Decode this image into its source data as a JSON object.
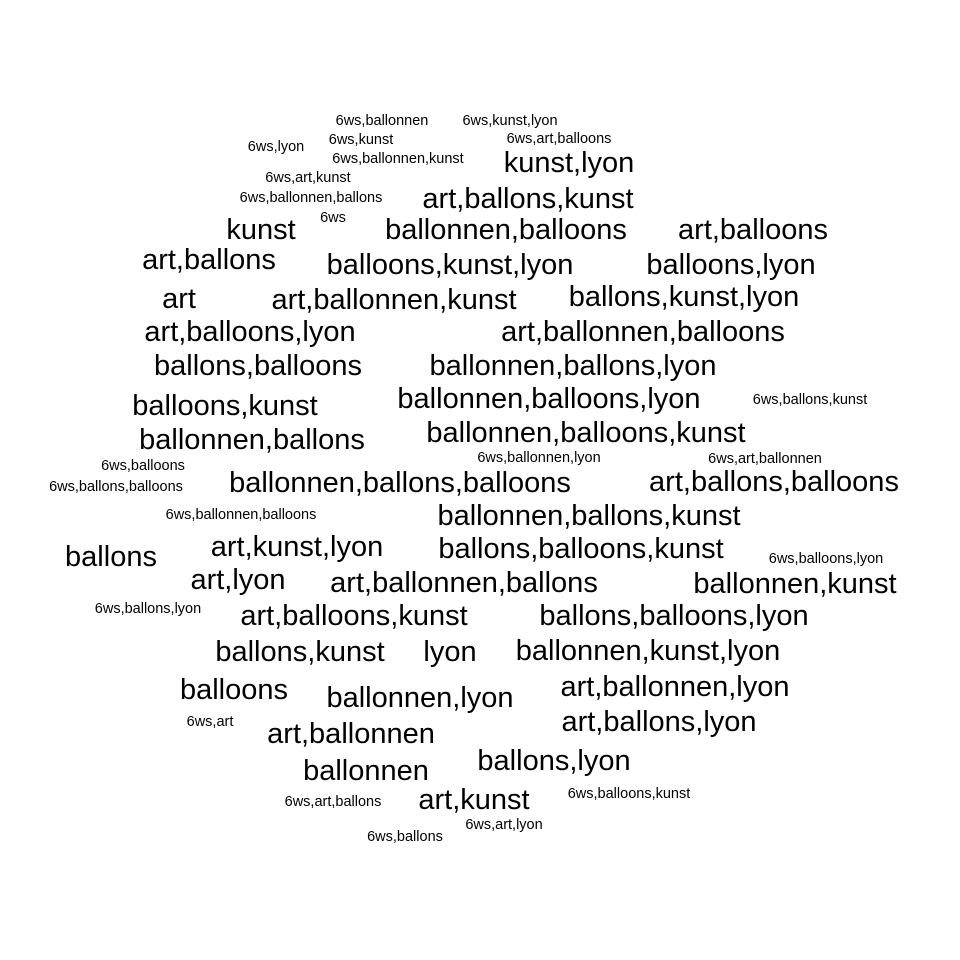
{
  "cloud": {
    "text_color": "#000000",
    "background": "#ffffff",
    "words": [
      {
        "text": "6ws,ballonnen",
        "weight": 1
      },
      {
        "text": "6ws,kunst,lyon",
        "weight": 1
      },
      {
        "text": "6ws,lyon",
        "weight": 1
      },
      {
        "text": "6ws,kunst",
        "weight": 1
      },
      {
        "text": "6ws,art,balloons",
        "weight": 1
      },
      {
        "text": "6ws,ballonnen,kunst",
        "weight": 1
      },
      {
        "text": "kunst,lyon",
        "weight": 2
      },
      {
        "text": "6ws,art,kunst",
        "weight": 1
      },
      {
        "text": "6ws,ballonnen,ballons",
        "weight": 1
      },
      {
        "text": "art,ballons,kunst",
        "weight": 2
      },
      {
        "text": "kunst",
        "weight": 2
      },
      {
        "text": "6ws",
        "weight": 1
      },
      {
        "text": "ballonnen,balloons",
        "weight": 2
      },
      {
        "text": "art,balloons",
        "weight": 2
      },
      {
        "text": "art,ballons",
        "weight": 2
      },
      {
        "text": "balloons,kunst,lyon",
        "weight": 2
      },
      {
        "text": "balloons,lyon",
        "weight": 2
      },
      {
        "text": "art",
        "weight": 2
      },
      {
        "text": "art,ballonnen,kunst",
        "weight": 2
      },
      {
        "text": "ballons,kunst,lyon",
        "weight": 2
      },
      {
        "text": "art,balloons,lyon",
        "weight": 2
      },
      {
        "text": "art,ballonnen,balloons",
        "weight": 2
      },
      {
        "text": "ballons,balloons",
        "weight": 2
      },
      {
        "text": "ballonnen,ballons,lyon",
        "weight": 2
      },
      {
        "text": "balloons,kunst",
        "weight": 2
      },
      {
        "text": "ballonnen,balloons,lyon",
        "weight": 2
      },
      {
        "text": "6ws,ballons,kunst",
        "weight": 1
      },
      {
        "text": "ballonnen,ballons",
        "weight": 2
      },
      {
        "text": "ballonnen,balloons,kunst",
        "weight": 2
      },
      {
        "text": "6ws,balloons",
        "weight": 1
      },
      {
        "text": "6ws,ballonnen,lyon",
        "weight": 1
      },
      {
        "text": "6ws,art,ballonnen",
        "weight": 1
      },
      {
        "text": "6ws,ballons,balloons",
        "weight": 1
      },
      {
        "text": "ballonnen,ballons,balloons",
        "weight": 2
      },
      {
        "text": "art,ballons,balloons",
        "weight": 2
      },
      {
        "text": "6ws,ballonnen,balloons",
        "weight": 1
      },
      {
        "text": "ballonnen,ballons,kunst",
        "weight": 2
      },
      {
        "text": "ballons",
        "weight": 2
      },
      {
        "text": "art,kunst,lyon",
        "weight": 2
      },
      {
        "text": "ballons,balloons,kunst",
        "weight": 2
      },
      {
        "text": "6ws,balloons,lyon",
        "weight": 1
      },
      {
        "text": "art,lyon",
        "weight": 2
      },
      {
        "text": "art,ballonnen,ballons",
        "weight": 2
      },
      {
        "text": "ballonnen,kunst",
        "weight": 2
      },
      {
        "text": "6ws,ballons,lyon",
        "weight": 1
      },
      {
        "text": "art,balloons,kunst",
        "weight": 2
      },
      {
        "text": "ballons,balloons,lyon",
        "weight": 2
      },
      {
        "text": "ballons,kunst",
        "weight": 2
      },
      {
        "text": "lyon",
        "weight": 2
      },
      {
        "text": "ballonnen,kunst,lyon",
        "weight": 2
      },
      {
        "text": "balloons",
        "weight": 2
      },
      {
        "text": "ballonnen,lyon",
        "weight": 2
      },
      {
        "text": "art,ballonnen,lyon",
        "weight": 2
      },
      {
        "text": "6ws,art",
        "weight": 1
      },
      {
        "text": "art,ballonnen",
        "weight": 2
      },
      {
        "text": "art,ballons,lyon",
        "weight": 2
      },
      {
        "text": "ballonnen",
        "weight": 2
      },
      {
        "text": "ballons,lyon",
        "weight": 2
      },
      {
        "text": "6ws,art,ballons",
        "weight": 1
      },
      {
        "text": "art,kunst",
        "weight": 2
      },
      {
        "text": "6ws,balloons,kunst",
        "weight": 1
      },
      {
        "text": "6ws,art,lyon",
        "weight": 1
      },
      {
        "text": "6ws,ballons",
        "weight": 1
      }
    ]
  }
}
